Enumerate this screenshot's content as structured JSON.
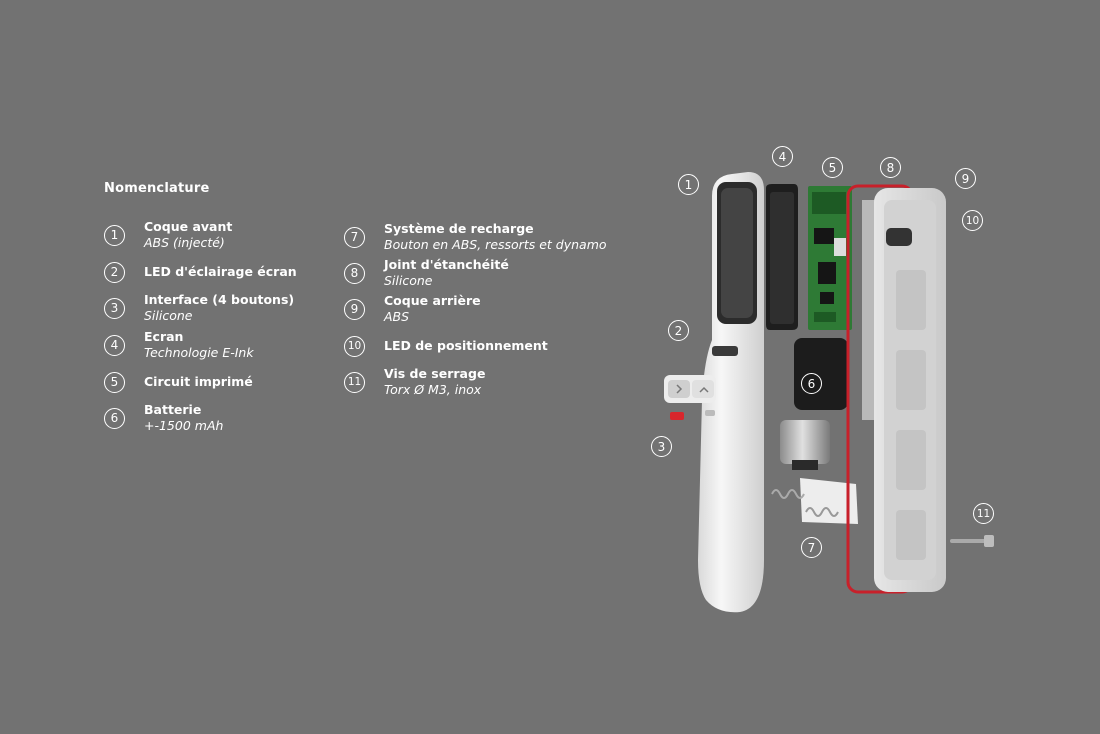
{
  "heading": "Nomenclature",
  "legend": [
    {
      "num": "1",
      "name": "Coque avant",
      "sub": "ABS (injecté)"
    },
    {
      "num": "2",
      "name": "LED d'éclairage écran",
      "sub": ""
    },
    {
      "num": "3",
      "name": "Interface (4 boutons)",
      "sub": "Silicone"
    },
    {
      "num": "4",
      "name": "Ecran",
      "sub": "Technologie E-Ink"
    },
    {
      "num": "5",
      "name": "Circuit imprimé",
      "sub": ""
    },
    {
      "num": "6",
      "name": "Batterie",
      "sub": "+-1500 mAh"
    },
    {
      "num": "7",
      "name": "Système de recharge",
      "sub": "Bouton en ABS, ressorts et dynamo"
    },
    {
      "num": "8",
      "name": "Joint d'étanchéité",
      "sub": "Silicone"
    },
    {
      "num": "9",
      "name": "Coque arrière",
      "sub": "ABS"
    },
    {
      "num": "10",
      "name": "LED de positionnement",
      "sub": ""
    },
    {
      "num": "11",
      "name": "Vis de serrage",
      "sub": "Torx Ø M3, inox"
    }
  ],
  "callouts": [
    "1",
    "2",
    "3",
    "4",
    "5",
    "6",
    "7",
    "8",
    "9",
    "10",
    "11"
  ],
  "colors": {
    "background": "#727272",
    "seal": "#c8202a",
    "pcb": "#2e7a35"
  }
}
